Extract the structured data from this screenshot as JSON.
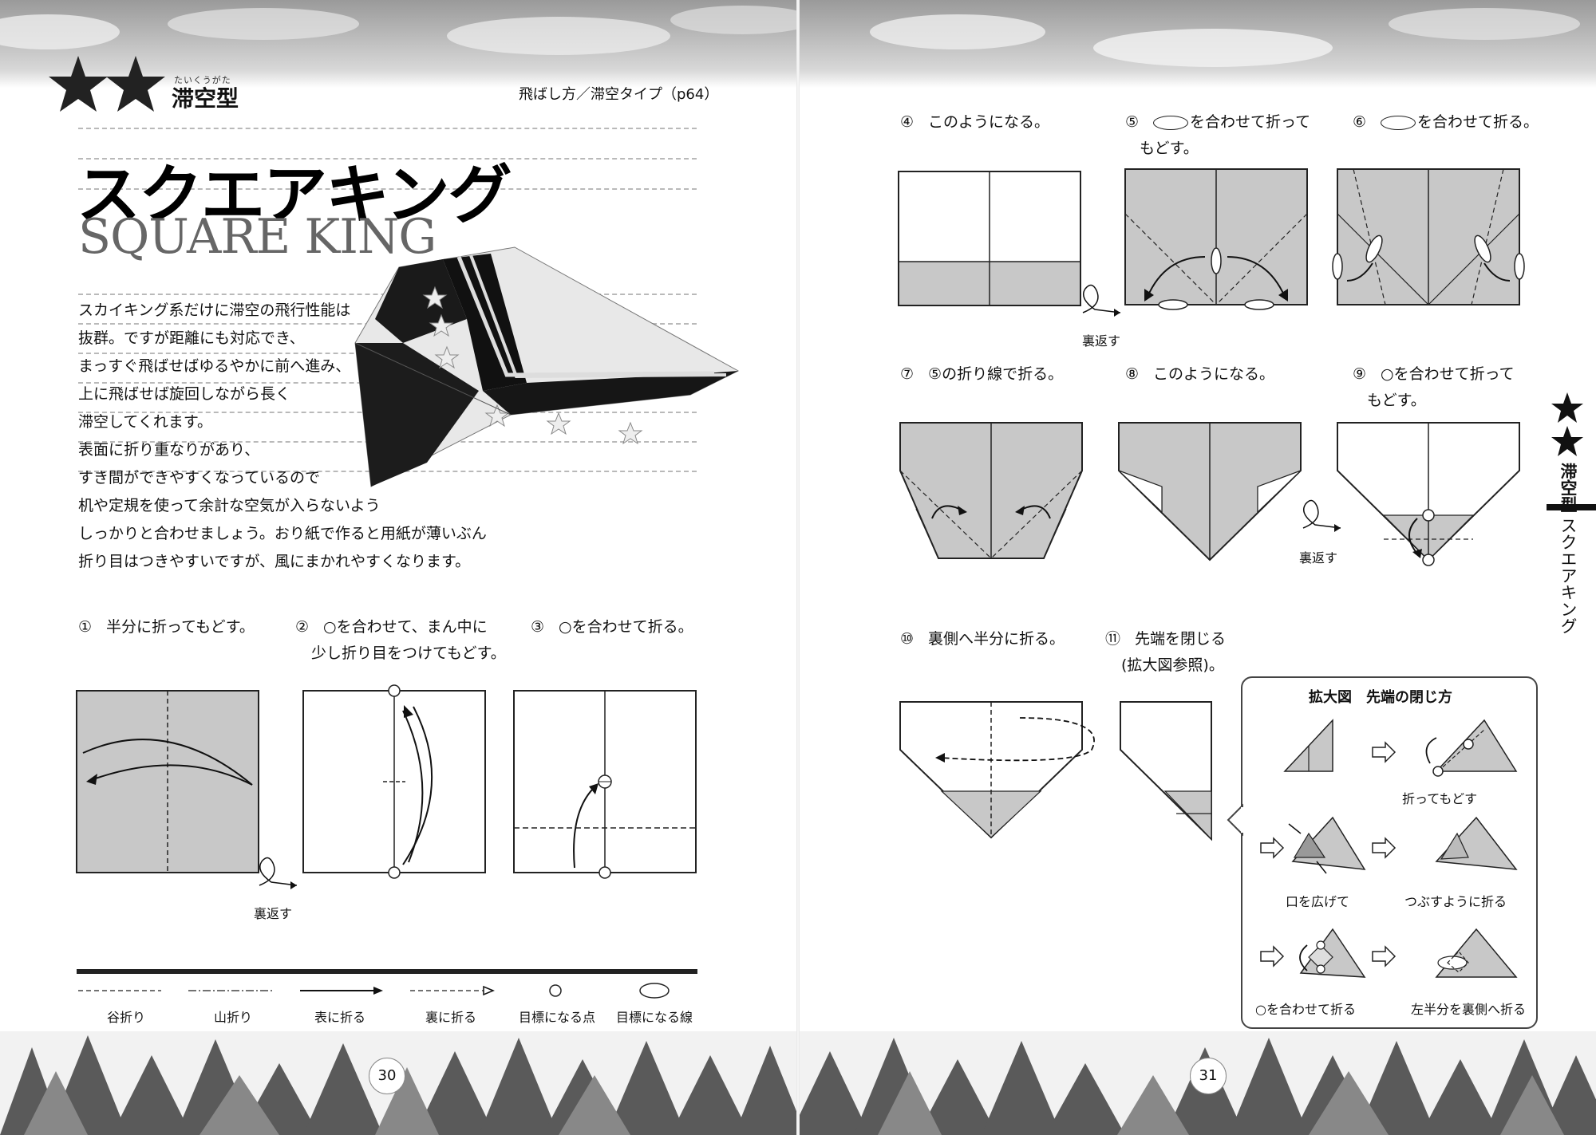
{
  "left_page": {
    "type_label": "滞空型",
    "type_ruby": "たいくうがた",
    "flight_ref": "飛ばし方／滞空タイプ（p64）",
    "title_jp": "スクエアキング",
    "title_en": "SQUARE KING",
    "description": [
      "スカイキング系だけに滞空の飛行性能は",
      "抜群。ですが距離にも対応でき、",
      "まっすぐ飛ばせばゆるやかに前へ進み、",
      "上に飛ばせば旋回しながら長く",
      "滞空してくれます。",
      "表面に折り重なりがあり、",
      "すき間ができやすくなっているので",
      "机や定規を使って余計な空気が入らないよう",
      "しっかりと合わせましょう。おり紙で作ると用紙が薄いぶん",
      "折り目はつきやすいですが、風にまかれやすくなります。"
    ],
    "steps": [
      {
        "num": "①",
        "text": "半分に折ってもどす。"
      },
      {
        "num": "②",
        "text": "○を合わせて、まん中に",
        "text2": "少し折り目をつけてもどす。"
      },
      {
        "num": "③",
        "text": "○を合わせて折る。"
      }
    ],
    "flip_label": "裏返す",
    "legend": [
      "谷折り",
      "山折り",
      "表に折る",
      "裏に折る",
      "目標になる点",
      "目標になる線"
    ],
    "page_number": "30"
  },
  "right_page": {
    "steps": [
      {
        "num": "④",
        "text": "このようになる。"
      },
      {
        "num": "⑤",
        "text": "を合わせて折って",
        "text2": "もどす。"
      },
      {
        "num": "⑥",
        "text": "を合わせて折る。"
      },
      {
        "num": "⑦",
        "text": "⑤の折り線で折る。"
      },
      {
        "num": "⑧",
        "text": "このようになる。"
      },
      {
        "num": "⑨",
        "text": "○を合わせて折って",
        "text2": "もどす。"
      },
      {
        "num": "⑩",
        "text": "裏側へ半分に折る。"
      },
      {
        "num": "⑪",
        "text": "先端を閉じる",
        "text2": "(拡大図参照)。"
      }
    ],
    "flip_label": "裏返す",
    "zoom": {
      "title": "拡大図　先端の閉じ方",
      "captions": [
        "折ってもどす",
        "口を広げて",
        "つぶすように折る",
        "○を合わせて折る",
        "左半分を裏側へ折る"
      ]
    },
    "side_tab": {
      "type": "滞空型",
      "name": "スクエアキング"
    },
    "page_number": "31"
  },
  "colors": {
    "paper_gray": "#c8c8c8",
    "line": "#222222"
  }
}
